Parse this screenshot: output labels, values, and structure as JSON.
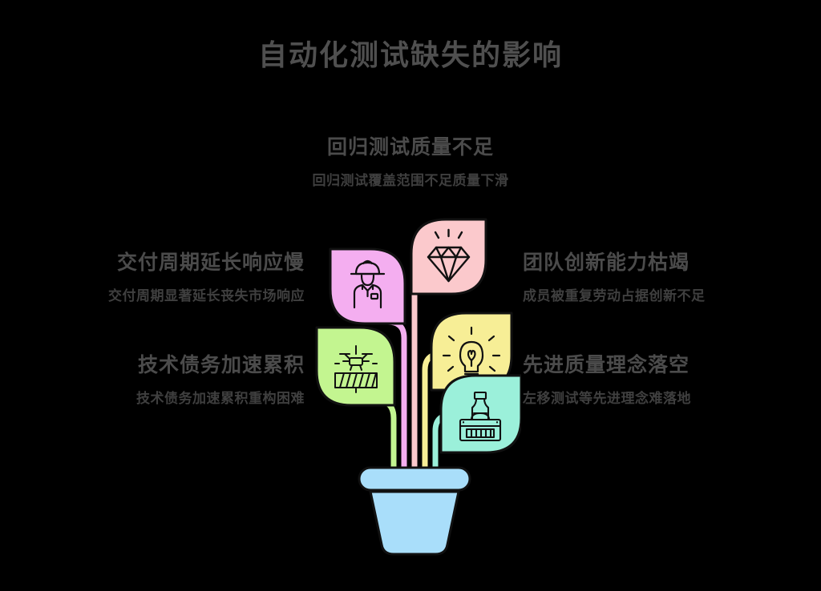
{
  "title": "自动化测试缺失的影响",
  "theme": {
    "background": "#000000",
    "title_color": "#4f4f4f",
    "text_color": "#4b4b4b",
    "subtext_color": "#3f3f3f",
    "pot_color": "#A9DEFA",
    "outline_color": "#111111"
  },
  "callouts": {
    "top": {
      "title": "回归测试质量不足",
      "subtitle": "回归测试覆盖范围不足质量下滑",
      "leaf_color": "#FBC9CC",
      "icon": "diamond-icon"
    },
    "left_1": {
      "title": "交付周期延长响应慢",
      "subtitle": "交付周期显著延长丧失市场响应",
      "leaf_color": "#F4AEF0",
      "icon": "engineer-icon"
    },
    "left_2": {
      "title": "技术债务加速累积",
      "subtitle": "技术债务加速累积重构困难",
      "leaf_color": "#C3F590",
      "icon": "drone-spray-icon"
    },
    "right_1": {
      "title": "团队创新能力枯竭",
      "subtitle": "成员被重复劳动占据创新不足",
      "leaf_color": "#F7EE96",
      "icon": "lightbulb-icon"
    },
    "right_2": {
      "title": "先进质量理念落空",
      "subtitle": "左移测试等先进理念难落地",
      "leaf_color": "#9BF0DA",
      "icon": "toolbox-icon"
    }
  },
  "plant": {
    "stems": [
      {
        "name": "stem-green",
        "color": "#C3F590"
      },
      {
        "name": "stem-magenta",
        "color": "#F4AEF0"
      },
      {
        "name": "stem-pink",
        "color": "#FBC9CC"
      },
      {
        "name": "stem-yellow",
        "color": "#F7EE96"
      },
      {
        "name": "stem-teal",
        "color": "#9BF0DA"
      }
    ],
    "pot": {
      "name": "flower-pot",
      "color": "#A9DEFA"
    }
  }
}
